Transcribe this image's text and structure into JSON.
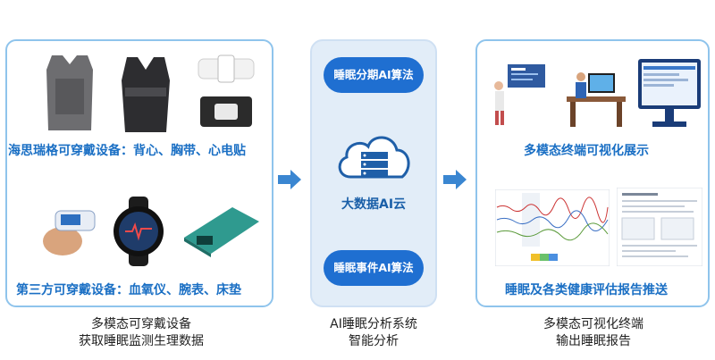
{
  "left": {
    "top_label": "海思瑞格可穿戴设备：背心、胸带、心电贴",
    "bottom_label": "第三方可穿戴设备：血氧仪、腕表、床垫",
    "caption_line1": "多模态可穿戴设备",
    "caption_line2": "获取睡眠监测生理数据"
  },
  "middle": {
    "top_pill": "睡眠分期AI算法",
    "cloud_label": "大数据AI云",
    "bottom_pill": "睡眠事件AI算法",
    "caption_line1": "AI睡眠分析系统",
    "caption_line2": "智能分析"
  },
  "right": {
    "top_label": "多模态终端可视化展示",
    "bottom_label": "睡眠及各类健康评估报告推送",
    "caption_line1": "多模态可视化终端",
    "caption_line2": "输出睡眠报告"
  },
  "colors": {
    "accent": "#1a6fc4",
    "pill": "#1f6fd1",
    "panel_border": "#8fc4ec",
    "middle_bg": "#e2edf8"
  }
}
